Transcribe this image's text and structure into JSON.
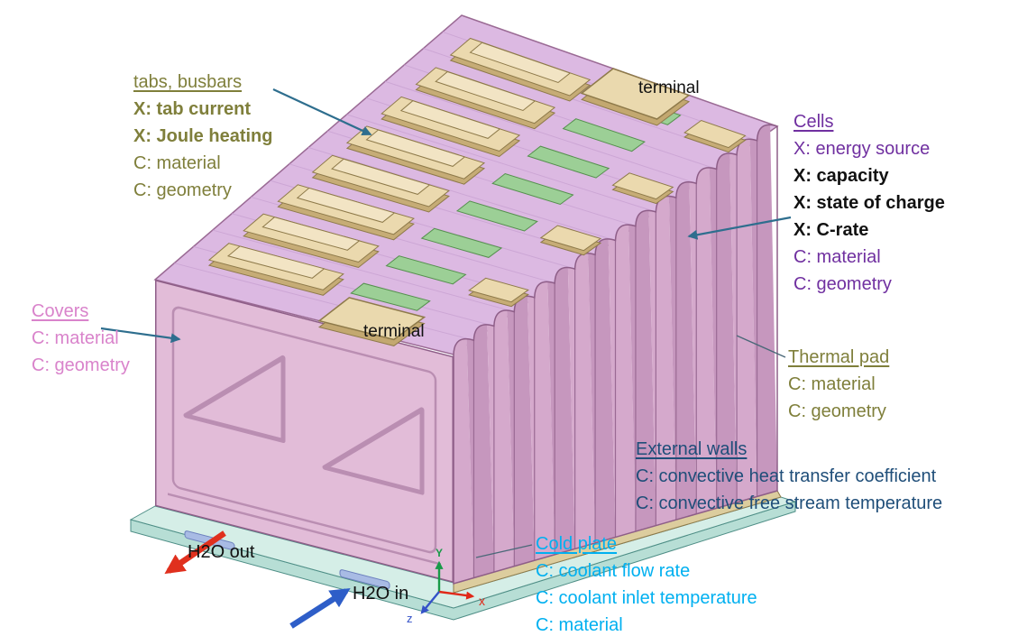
{
  "figure": {
    "terminal_front": "terminal",
    "terminal_rear": "terminal",
    "h2o_out": "H2O out",
    "h2o_in": "H2O in",
    "axes": {
      "x": "x",
      "y": "Y",
      "z": "z"
    }
  },
  "annotations": {
    "tabs_busbars": {
      "title": "tabs, busbars",
      "lines": [
        "X: tab current",
        "X: Joule heating",
        "C: material",
        "C: geometry"
      ]
    },
    "cells": {
      "title": "Cells",
      "lines": [
        "X: energy source",
        "X: capacity",
        "X: state of charge",
        "X: C-rate",
        "C: material",
        "C: geometry"
      ]
    },
    "covers": {
      "title": "Covers",
      "lines": [
        "C: material",
        "C: geometry"
      ]
    },
    "thermal_pad": {
      "title": "Thermal pad",
      "lines": [
        "C: material",
        "C: geometry"
      ]
    },
    "external_walls": {
      "title": "External walls",
      "lines": [
        "C: convective heat transfer coefficient",
        "C: convective free stream temperature"
      ]
    },
    "cold_plate": {
      "title": "Cold plate",
      "lines": [
        "C: coolant flow rate",
        "C: coolant inlet temperature",
        "C: material"
      ]
    }
  },
  "colors": {
    "tabs_busbars_text": "#7F7F3B",
    "cells_text": "#7030A0",
    "covers_text": "#D983CB",
    "thermal_pad_text": "#7F7F3B",
    "external_walls_text": "#1F4E79",
    "cold_plate_text": "#00B0F0",
    "arrow": "#2E6E8E",
    "h2o_out_arrow": "#E0301E",
    "h2o_in_arrow": "#2E5EC8",
    "axis_x": "#E02818",
    "axis_y": "#189A48",
    "axis_z": "#3452C8",
    "pack_cover": "#E2BCD8",
    "pack_top": "#DCB9E2",
    "pack_cells": "#D5A9CC",
    "busbar": "#EBD9AE",
    "vent_green": "#9CCF96",
    "thermal_pad_fill": "#DCCD9E",
    "cold_plate_fill": "#D5EEE7"
  }
}
